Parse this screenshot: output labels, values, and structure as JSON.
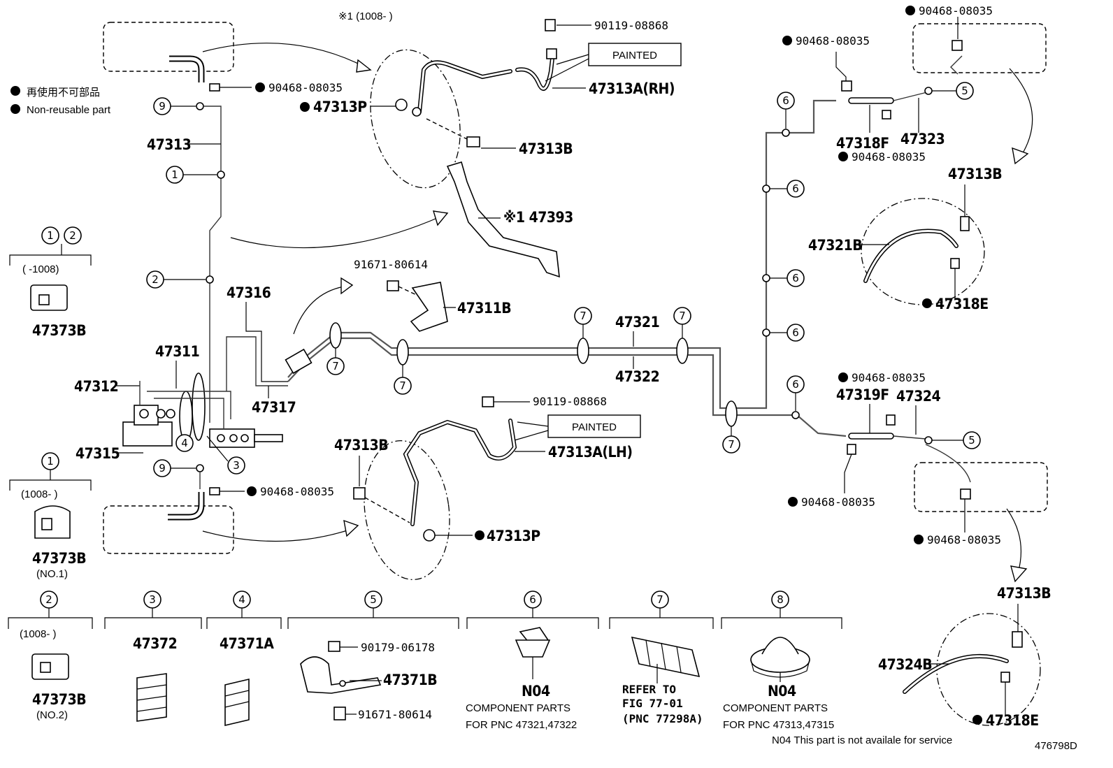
{
  "legend": {
    "jp": "再使用不可部品",
    "en": "Non-reusable part"
  },
  "note_top": "※1 (1008-  )",
  "painted_labels": [
    "PAINTED",
    "PAINTED"
  ],
  "parts": {
    "p90119_top": "90119-08868",
    "p47313A_rh": "47313A(RH)",
    "p47313P_top": "47313P",
    "p47313B_top": "47313B",
    "p47393": "※1 47393",
    "p90468_left_top": "90468-08035",
    "p47313": "47313",
    "p91671_top": "91671-80614",
    "p47311B": "47311B",
    "p47316": "47316",
    "p47311": "47311",
    "p47312": "47312",
    "p47317": "47317",
    "p47315": "47315",
    "p47321": "47321",
    "p47322": "47322",
    "p90119_mid": "90119-08868",
    "p47313A_lh": "47313A(LH)",
    "p47313B_mid": "47313B",
    "p90468_left_bot": "90468-08035",
    "p47313P_bot": "47313P",
    "p90468_r1": "90468-08035",
    "p90468_r2": "90468-08035",
    "p47318F": "47318F",
    "p47323": "47323",
    "p90468_r3": "90468-08035",
    "p47313B_r1": "47313B",
    "p47321B": "47321B",
    "p47318E_r1": "47318E",
    "p90468_r4": "90468-08035",
    "p47319F": "47319F",
    "p47324": "47324",
    "p90468_r5": "90468-08035",
    "p90468_r6": "90468-08035",
    "p47313B_r2": "47313B",
    "p47324B": "47324B",
    "p47318E_r2": "47318E"
  },
  "left_panels": {
    "panel_a_range": "(  -1008)",
    "panel_a_part": "47373B",
    "panel_b_range": "(1008-  )",
    "panel_b_part": "47373B",
    "panel_b_sub": "(NO.1)"
  },
  "bottom_boxes": {
    "box2_range": "(1008-  )",
    "box2_part": "47373B",
    "box2_sub": "(NO.2)",
    "box3_part": "47372",
    "box4_part": "47371A",
    "box5_p1": "90179-06178",
    "box5_p2": "47371B",
    "box5_p3": "91671-80614",
    "box6_code": "N04",
    "box6_l1": "COMPONENT PARTS",
    "box6_l2": "FOR PNC 47321,47322",
    "box7_l1": "REFER TO",
    "box7_l2": "FIG 77-01",
    "box7_l3": "(PNC 77298A)",
    "box8_code": "N04",
    "box8_l1": "COMPONENT PARTS",
    "box8_l2": "FOR PNC 47313,47315"
  },
  "callouts": [
    "1",
    "2",
    "3",
    "4",
    "5",
    "6",
    "7",
    "8",
    "9"
  ],
  "footer_note": "N04  This part is not availale for service",
  "figure_id": "476798D"
}
